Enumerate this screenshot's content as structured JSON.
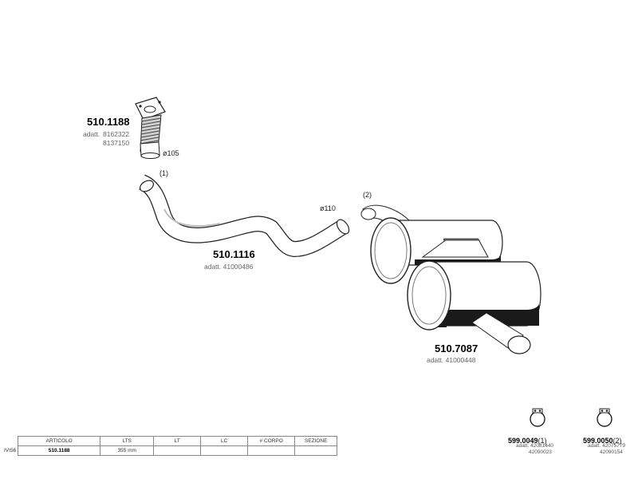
{
  "parts": {
    "p1188": {
      "code": "510.1188",
      "adatt_label": "adatt.",
      "adatt1": "8162322",
      "adatt2": "8137150",
      "diameter": "ø105",
      "callout": "(1)"
    },
    "p1116": {
      "code": "510.1116",
      "adatt": "adatt. 41000486",
      "diameter": "ø110"
    },
    "p7087": {
      "code": "510.7087",
      "adatt": "adatt. 41000448",
      "callout": "(2)"
    },
    "c0049": {
      "code": "599.0049",
      "callout": "(1)",
      "adatt1": "adatt. 42081440",
      "adatt2": "42090023"
    },
    "c0050": {
      "code": "599.0050",
      "callout": "(2)",
      "adatt1": "adatt. 42075779",
      "adatt2": "42090154"
    }
  },
  "table": {
    "row_label": "IVI56",
    "headers": [
      "ARTICOLO",
      "LTS",
      "LT",
      "LC",
      "# CORPO",
      "SEZIONE"
    ],
    "row": [
      "510.1188",
      "355 mm",
      "",
      "",
      "",
      ""
    ]
  }
}
